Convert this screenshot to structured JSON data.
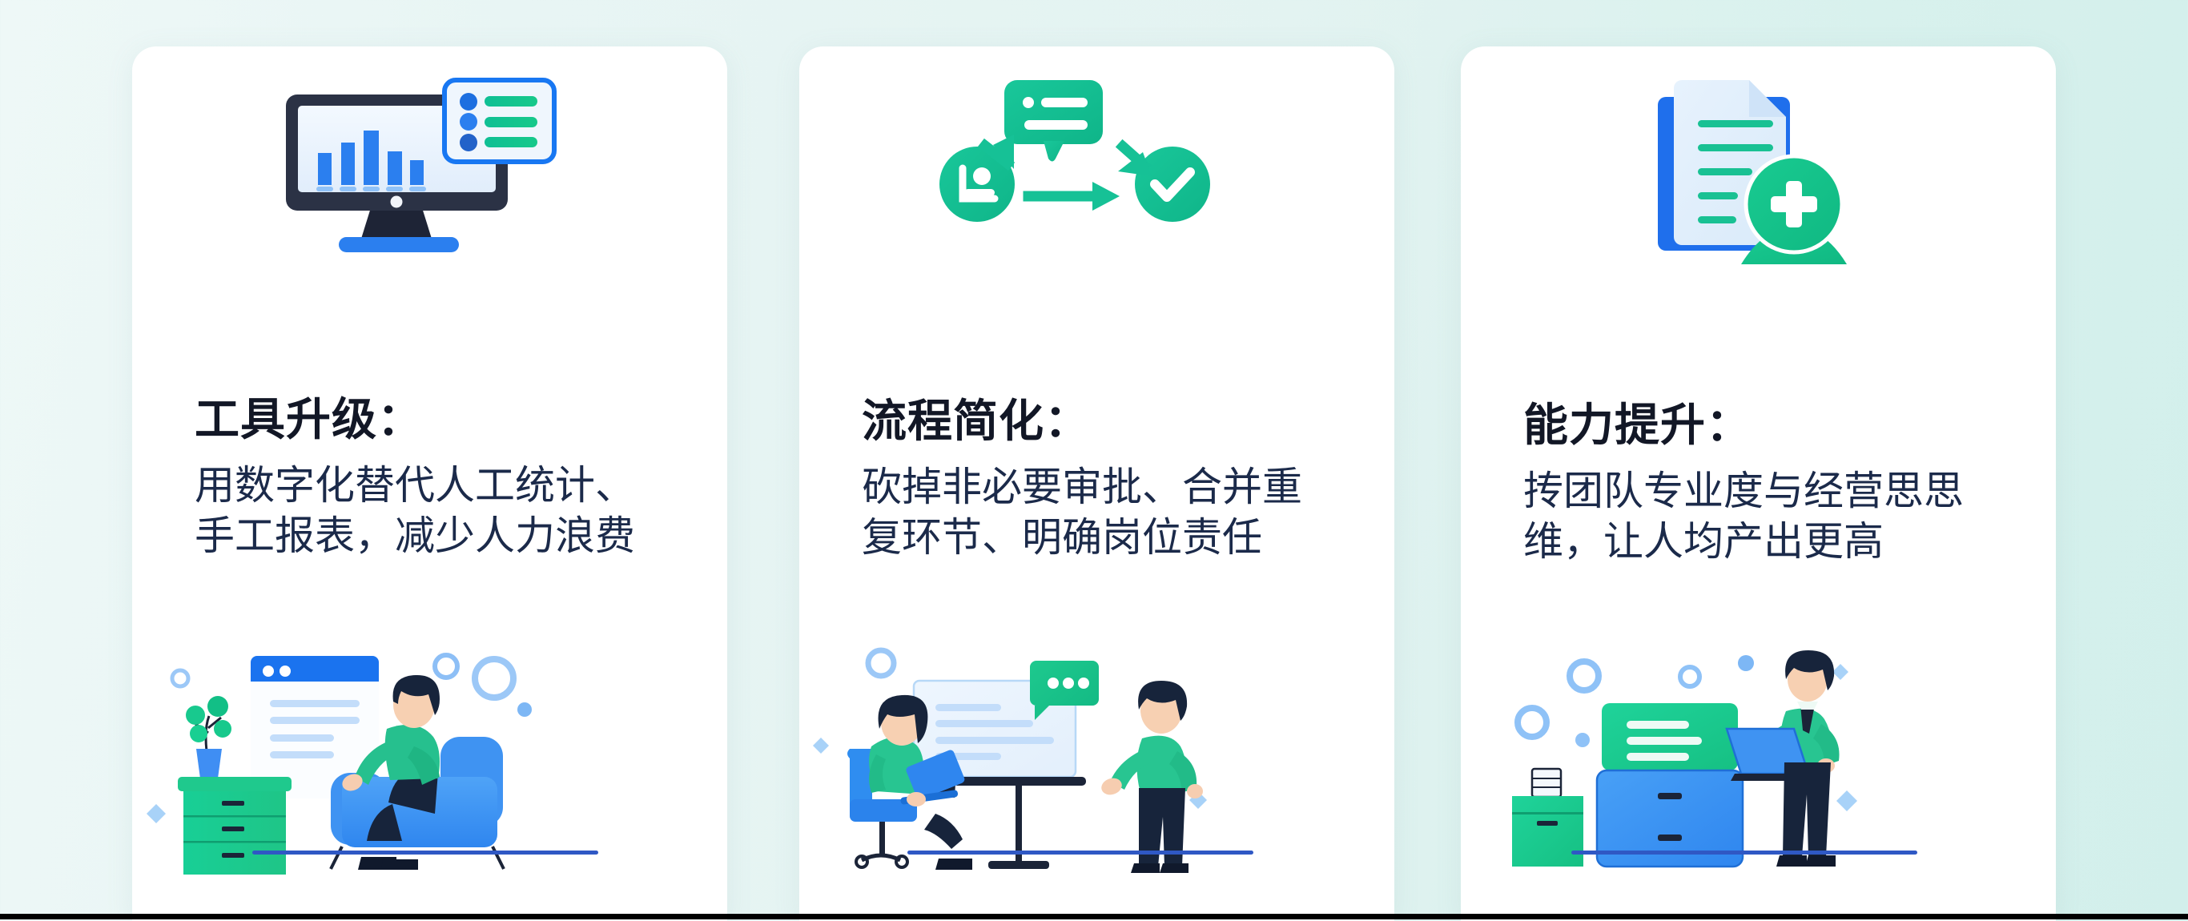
{
  "page": {
    "background_start": "#eef8f7",
    "background_end": "#d2efeb",
    "card_bg": "#ffffff",
    "heading_color": "#121726",
    "body_color": "#1b2a4a",
    "accent_blue": "#2b7fef",
    "accent_green": "#13c08a",
    "accent_navy": "#2b3245",
    "decor_blue": "#7db7f5",
    "ground_line": "#2f58c4"
  },
  "cards": [
    {
      "id": "tool-upgrade",
      "heading": "工具升级：",
      "body_lines": [
        "用数字化替代人工统计、",
        "手工报表，减少人力浪费"
      ],
      "icon_name": "monitor-bar-chart-checklist-icon",
      "illustration_name": "person-on-armchair-with-browser-illustration"
    },
    {
      "id": "process-simplify",
      "heading": "流程简化：",
      "body_lines": [
        "砍掉非必要审批、合并重",
        "复环节、明确岗位责任"
      ],
      "icon_name": "workflow-arrows-approval-icon",
      "illustration_name": "meeting-whiteboard-discussion-illustration"
    },
    {
      "id": "capability-boost",
      "heading": "能力提升：",
      "body_lines": [
        "抟团队专业度与经营思思",
        "维，让人均产出更高"
      ],
      "icon_name": "document-add-person-icon",
      "illustration_name": "filing-cabinet-with-laptop-person-illustration"
    }
  ]
}
